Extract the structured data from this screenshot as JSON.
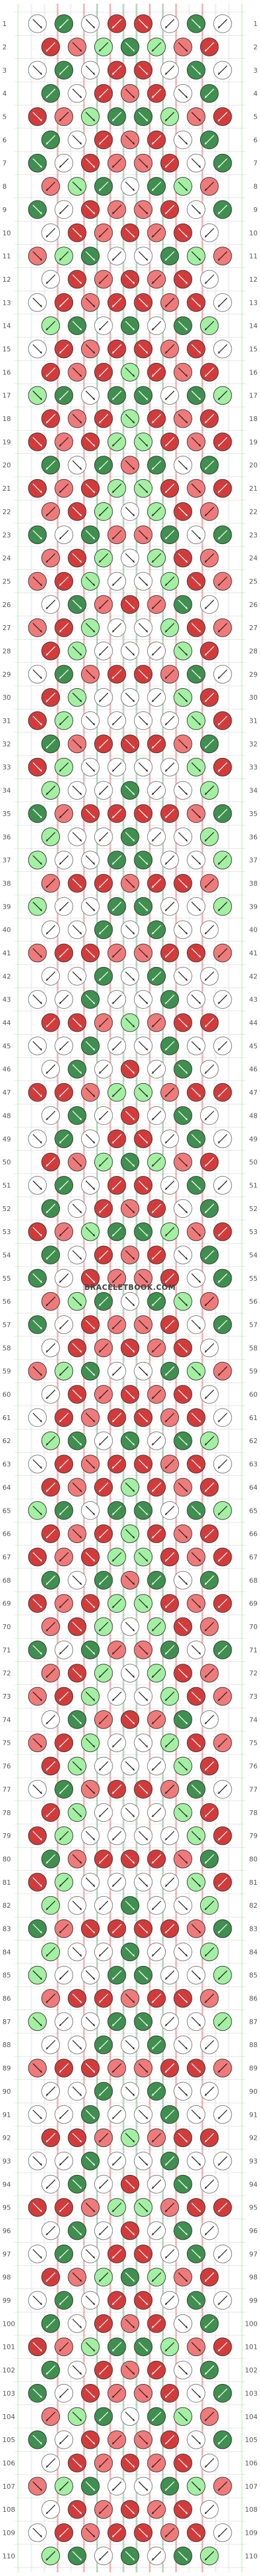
{
  "pattern": {
    "rows": 110,
    "row_numbers_start": 1,
    "watermark": "BRACELETBOOK.COM",
    "colors": {
      "background": "#ffffff",
      "grid_line": "#cccccc",
      "white_knot": "#ffffff",
      "white_stroke": "#777777",
      "pink": "#f07a7a",
      "red": "#d33b3b",
      "dark_green": "#3f8f4f",
      "light_green": "#a3f0a3"
    },
    "string_colors_top": [
      "light_green",
      "white",
      "white",
      "red",
      "white",
      "red",
      "dark_green",
      "red",
      "dark_green",
      "dark_green",
      "red",
      "dark_green",
      "red",
      "white",
      "red",
      "white",
      "white",
      "light_green"
    ],
    "knot_palette_by_band": [
      "white",
      "red",
      "dark_green",
      "pink",
      "white",
      "light_green",
      "red",
      "dark_green",
      "pink",
      "white",
      "red",
      "dark_green",
      "light_green",
      "pink",
      "white",
      "red"
    ]
  }
}
